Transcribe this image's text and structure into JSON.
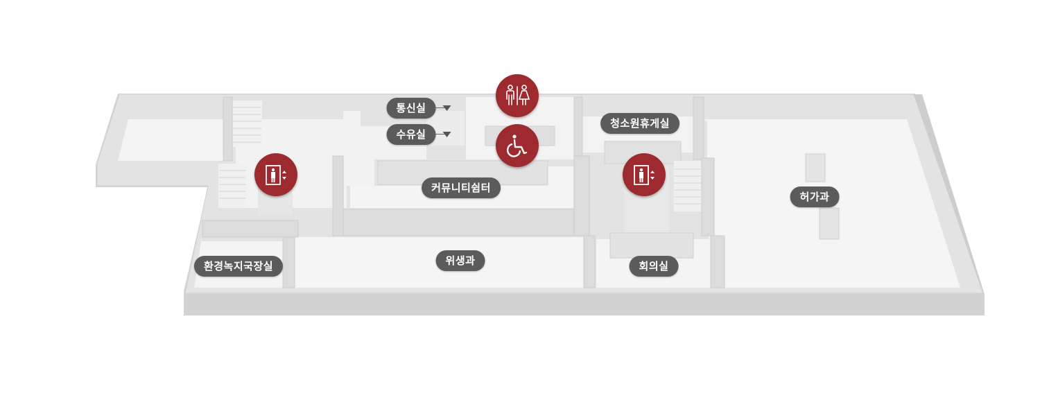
{
  "rooms": {
    "telecom": "통신실",
    "nursing": "수유실",
    "community_shelter": "커뮤니티쉼터",
    "cleaner_lounge": "청소원휴게실",
    "permit_division": "허가과",
    "env_green_bureau_office": "환경녹지국장실",
    "hygiene_division": "위생과",
    "meeting_room": "회의실"
  },
  "icons": {
    "restroom": "restroom-icon",
    "accessible": "wheelchair-icon",
    "elevator_west": "elevator-icon",
    "elevator_east": "elevator-icon"
  },
  "colors": {
    "marker_red": "#9c2a2e",
    "label_bg": "#5b5b5b",
    "floor": "#efefef",
    "wall": "#d8d8d8"
  }
}
